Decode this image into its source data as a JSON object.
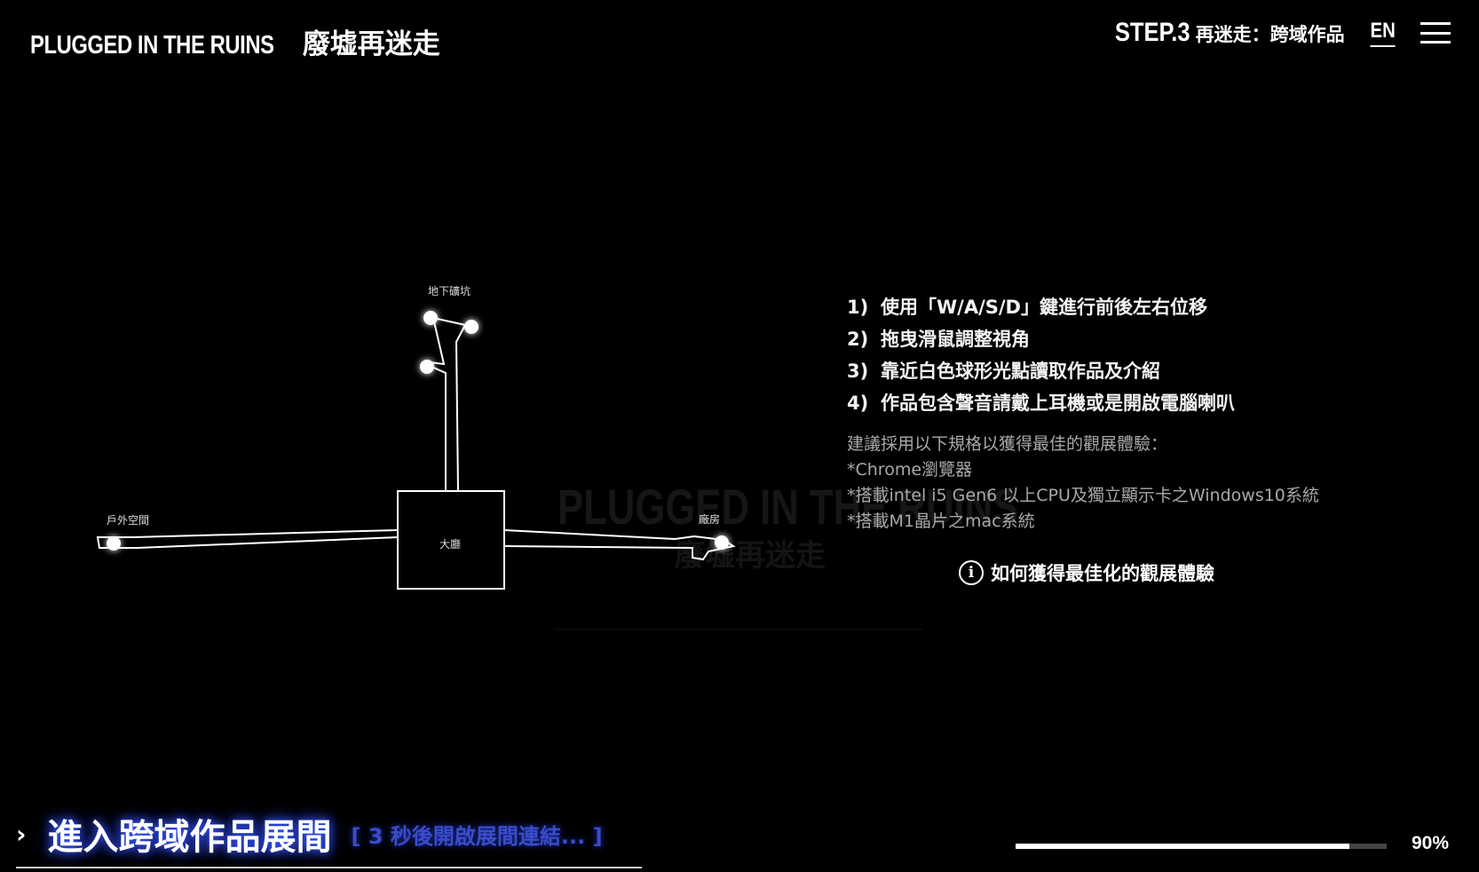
{
  "header": {
    "logo_en": "PLUGGED IN THE RUINS",
    "logo_zh": "廢墟再迷走",
    "step_num": "STEP.3",
    "step_title": "再迷走：跨域作品",
    "lang": "EN"
  },
  "map": {
    "labels": {
      "underground": "地下礦坑",
      "outdoor": "戶外空間",
      "hall": "大廳",
      "factory": "廠房"
    },
    "watermark_en": "PLUGGED IN THE RUINS",
    "watermark_zh": "廢墟再迷走"
  },
  "instructions": {
    "items": [
      {
        "num": "1)",
        "text": "使用「W/A/S/D」鍵進行前後左右位移"
      },
      {
        "num": "2)",
        "text": "拖曳滑鼠調整視角"
      },
      {
        "num": "3)",
        "text": "靠近白色球形光點讀取作品及介紹"
      },
      {
        "num": "4)",
        "text": "作品包含聲音請戴上耳機或是開啟電腦喇叭"
      }
    ],
    "specs": [
      "建議採用以下規格以獲得最佳的觀展體驗：",
      "*Chrome瀏覽器",
      "*搭載intel i5 Gen6 以上CPU及獨立顯示卡之Windows10系統",
      "*搭載M1晶片之mac系統"
    ],
    "optimize_link": "如何獲得最佳化的觀展體驗",
    "info_glyph": "i"
  },
  "footer": {
    "arrow": "›",
    "enter_title": "進入跨域作品展間",
    "countdown": "[ 3 秒後開啟展間連結... ]",
    "progress_label": "90%",
    "progress_value": 0.9
  }
}
